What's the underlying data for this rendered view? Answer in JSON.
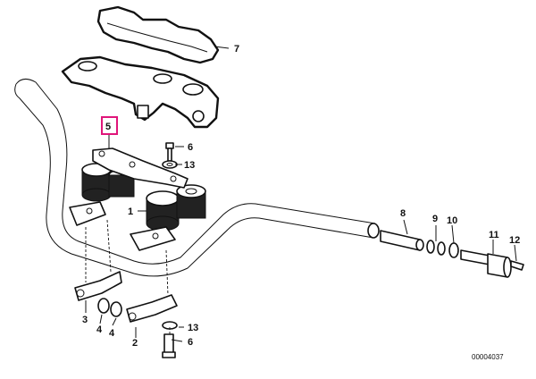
{
  "callouts": {
    "c7": "7",
    "c5": "5",
    "c6_top": "6",
    "c13_top": "13",
    "c1": "1",
    "c8": "8",
    "c9": "9",
    "c10": "10",
    "c11": "11",
    "c12": "12",
    "c3": "3",
    "c4_left": "4",
    "c4_right": "4",
    "c2": "2",
    "c13_bottom": "13",
    "c6_bottom": "6"
  },
  "highlight_color": "#e0157a",
  "diagram_number": "00004037"
}
